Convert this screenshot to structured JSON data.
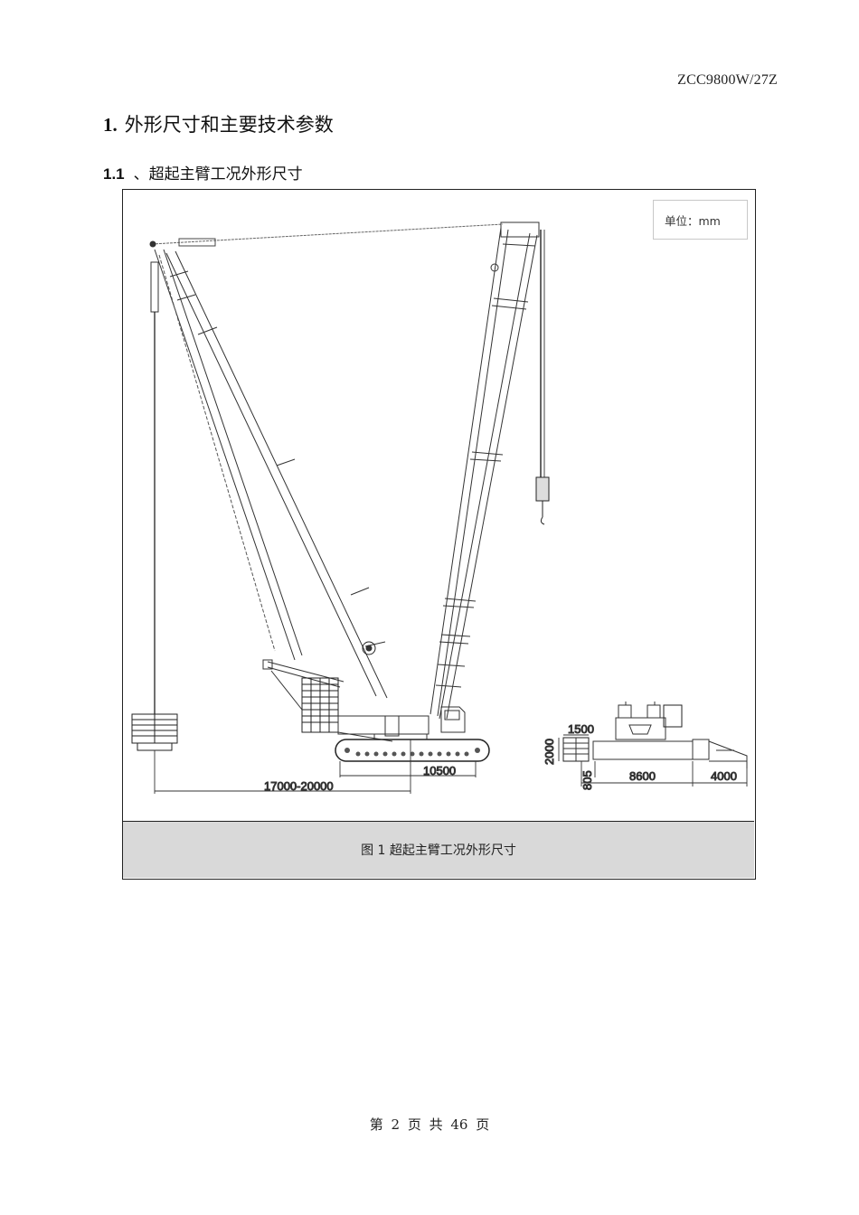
{
  "header": {
    "doc_code": "ZCC9800W/27Z"
  },
  "section": {
    "number": "1.",
    "title": "外形尺寸和主要技术参数"
  },
  "subsection": {
    "number": "1.1",
    "title": "、超起主臂工况外形尺寸"
  },
  "figure": {
    "unit_label": "单位：mm",
    "caption": "图 1  超起主臂工况外形尺寸",
    "side_view": {
      "dimensions": {
        "track_length": "10500",
        "superlift_radius": "17000-20000"
      }
    },
    "front_view": {
      "dimensions": {
        "counterweight_width": "1500",
        "overall_width_left": "8600",
        "outrigger_width": "4000",
        "vertical_left": "2000",
        "vertical_small": "805"
      }
    },
    "icons": [
      "crane-side-view-drawing",
      "crane-front-view-drawing"
    ]
  },
  "footer": {
    "page_text": "第 2 页 共 46 页",
    "current_page": 2,
    "total_pages": 46
  }
}
